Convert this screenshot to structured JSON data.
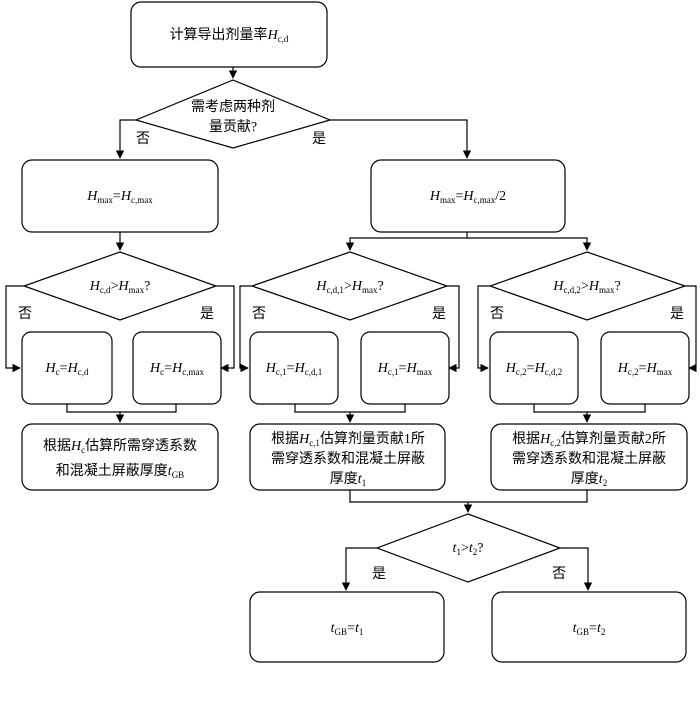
{
  "nodes": {
    "start": {
      "pre": "计算导出剂量率",
      "var": "H",
      "sub": "c,d"
    },
    "decision_main": {
      "line1": "需考虑两种剂",
      "line2": "量贡献?"
    },
    "left_assign": {
      "lhs_var": "H",
      "lhs_sub": "max",
      "eq": "=",
      "rhs_var": "H",
      "rhs_sub": "c,max"
    },
    "right_assign": {
      "lhs_var": "H",
      "lhs_sub": "max",
      "eq": "=",
      "rhs_var": "H",
      "rhs_sub": "c,max",
      "suffix": "/2"
    },
    "dec_left": {
      "a_var": "H",
      "a_sub": "c,d",
      "op": ">",
      "b_var": "H",
      "b_sub": "max",
      "q": "?"
    },
    "dec_mid": {
      "a_var": "H",
      "a_sub": "c,d,1",
      "op": ">",
      "b_var": "H",
      "b_sub": "max",
      "q": "?"
    },
    "dec_right": {
      "a_var": "H",
      "a_sub": "c,d,2",
      "op": ">",
      "b_var": "H",
      "b_sub": "max",
      "q": "?"
    },
    "box_l1": {
      "lhs_var": "H",
      "lhs_sub": "c",
      "eq": "=",
      "rhs_var": "H",
      "rhs_sub": "c,d"
    },
    "box_l2": {
      "lhs_var": "H",
      "lhs_sub": "c",
      "eq": "=",
      "rhs_var": "H",
      "rhs_sub": "c,max"
    },
    "box_m1": {
      "lhs_var": "H",
      "lhs_sub": "c,1",
      "eq": "=",
      "rhs_var": "H",
      "rhs_sub": "c,d,1"
    },
    "box_m2": {
      "lhs_var": "H",
      "lhs_sub": "c,1",
      "eq": "=",
      "rhs_var": "H",
      "rhs_sub": "max"
    },
    "box_r1": {
      "lhs_var": "H",
      "lhs_sub": "c,2",
      "eq": "=",
      "rhs_var": "H",
      "rhs_sub": "c,d,2"
    },
    "box_r2": {
      "lhs_var": "H",
      "lhs_sub": "c,2",
      "eq": "=",
      "rhs_var": "H",
      "rhs_sub": "max"
    },
    "est_left": {
      "pre": "根据",
      "var": "H",
      "sub": "c",
      "post": "估算所需穿透系数",
      "line2": "和混凝土屏蔽厚度",
      "line2_var": "t",
      "line2_sub": "GB"
    },
    "est_mid": {
      "pre": "根据",
      "var": "H",
      "sub": "c,1",
      "post": "估算剂量贡献1所",
      "line2": "需穿透系数和混凝土屏蔽",
      "line3": "厚度",
      "line3_var": "t",
      "line3_sub": "1"
    },
    "est_right": {
      "pre": "根据",
      "var": "H",
      "sub": "c,2",
      "post": "估算剂量贡献2所",
      "line2": "需穿透系数和混凝土屏蔽",
      "line3": "厚度",
      "line3_var": "t",
      "line3_sub": "2"
    },
    "dec_t": {
      "a_var": "t",
      "a_sub": "1",
      "op": ">",
      "b_var": "t",
      "b_sub": "2",
      "q": "?"
    },
    "res_left": {
      "lhs_var": "t",
      "lhs_sub": "GB",
      "eq": "=",
      "rhs_var": "t",
      "rhs_sub": "1"
    },
    "res_right": {
      "lhs_var": "t",
      "lhs_sub": "GB",
      "eq": "=",
      "rhs_var": "t",
      "rhs_sub": "2"
    }
  },
  "labels": {
    "yes": "是",
    "no": "否"
  }
}
